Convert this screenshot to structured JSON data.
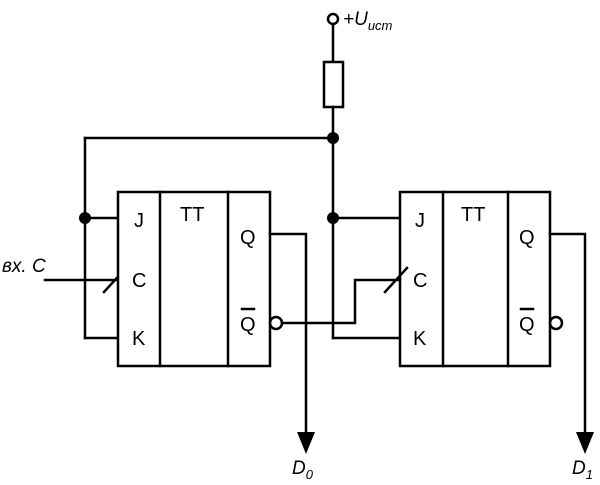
{
  "supply": {
    "prefix": "+U",
    "subscript": "ист"
  },
  "input": {
    "label": "вх. С"
  },
  "flipflops": [
    {
      "type": "ТТ",
      "pins": {
        "j": "J",
        "c": "C",
        "k": "K",
        "q": "Q",
        "qbar": "Q"
      },
      "output": {
        "label": "D",
        "subscript": "0"
      }
    },
    {
      "type": "ТТ",
      "pins": {
        "j": "J",
        "c": "C",
        "k": "K",
        "q": "Q",
        "qbar": "Q"
      },
      "output": {
        "label": "D",
        "subscript": "1"
      }
    }
  ]
}
